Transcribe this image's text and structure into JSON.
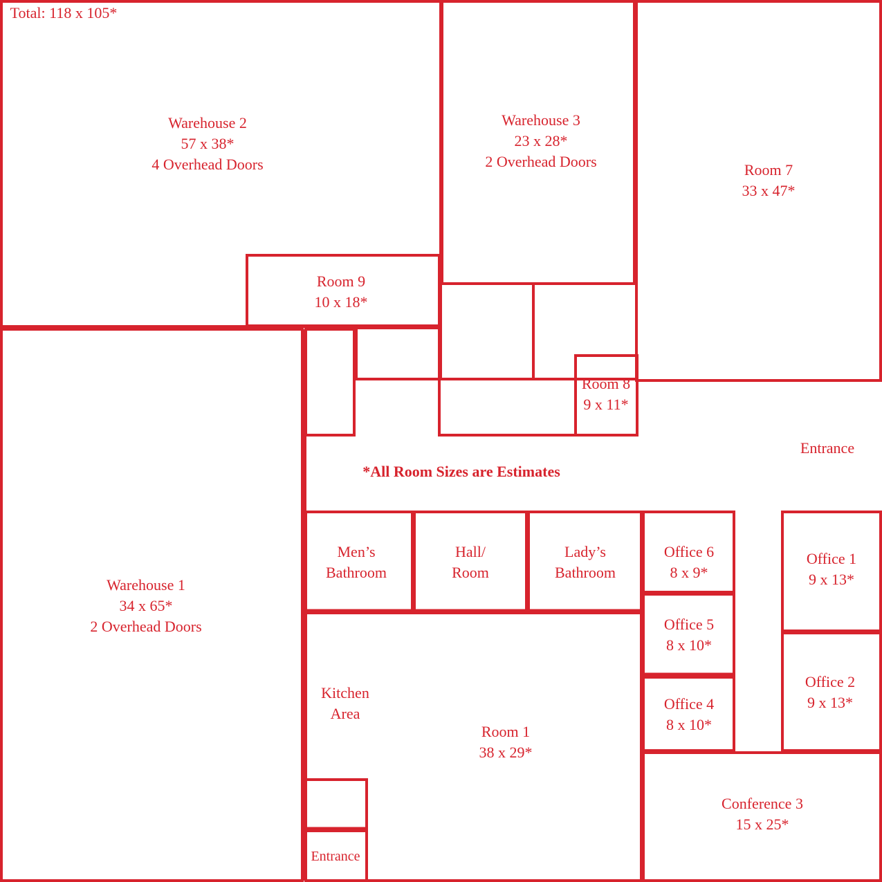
{
  "total": "Total: 118 x 105*",
  "note": "*All Room Sizes are Estimates",
  "colors": {
    "line": "#d7232d",
    "background": "#ffffff"
  },
  "rooms": {
    "warehouse2": [
      "Warehouse 2",
      "57 x 38*",
      "4 Overhead Doors"
    ],
    "warehouse3": [
      "Warehouse 3",
      "23 x 28*",
      "2 Overhead Doors"
    ],
    "room7": [
      "Room 7",
      "33 x 47*"
    ],
    "room9": [
      "Room 9",
      "10 x 18*"
    ],
    "room8": [
      "Room 8",
      "9 x 11*"
    ],
    "entrance_right": [
      "Entrance"
    ],
    "warehouse1": [
      "Warehouse 1",
      "34 x 65*",
      "2 Overhead Doors"
    ],
    "mens": [
      "Men’s",
      "Bathroom"
    ],
    "hall": [
      "Hall/",
      "Room"
    ],
    "ladys": [
      "Lady’s",
      "Bathroom"
    ],
    "office6": [
      "Office 6",
      "8 x 9*"
    ],
    "office5": [
      "Office 5",
      "8 x 10*"
    ],
    "office4": [
      "Office 4",
      "8 x 10*"
    ],
    "office1": [
      "Office 1",
      "9 x 13*"
    ],
    "office2": [
      "Office 2",
      "9 x 13*"
    ],
    "kitchen": [
      "Kitchen",
      "Area"
    ],
    "room1": [
      "Room 1",
      "38 x 29*"
    ],
    "entrance_bottom": [
      "Entrance"
    ],
    "conference3": [
      "Conference 3",
      "15 x 25*"
    ]
  }
}
